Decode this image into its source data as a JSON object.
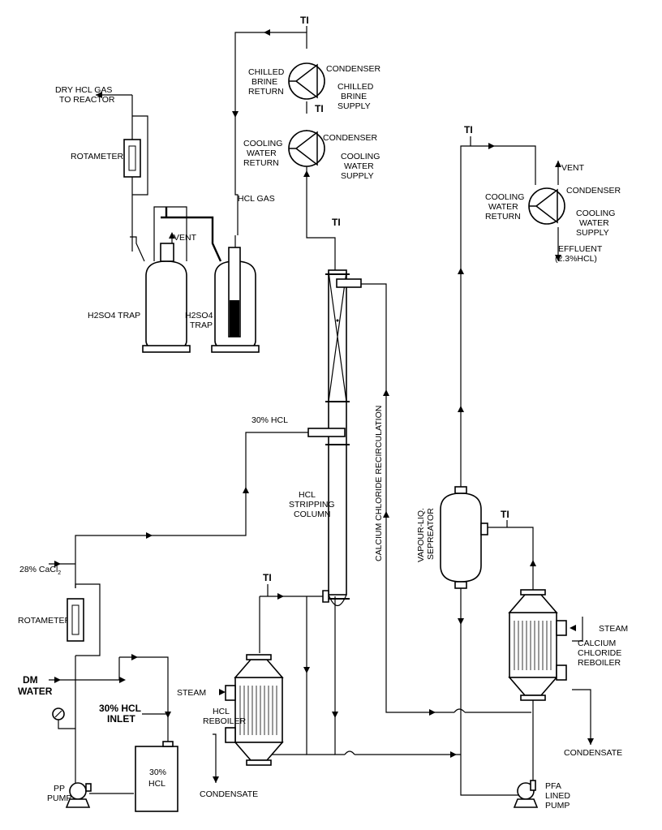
{
  "labels": {
    "ti": "TI",
    "dry_hcl_1": "DRY HCL GAS",
    "dry_hcl_2": "TO REACTOR",
    "rotameter": "ROTAMETER",
    "vent": "VENT",
    "h2so4_trap": "H2SO4 TRAP",
    "h2so4": "H2SO4",
    "trap": "TRAP",
    "hcl_gas": "HCL GAS",
    "chilled_brine_return_1": "CHILLED",
    "chilled_brine_return_2": "BRINE",
    "chilled_brine_return_3": "RETURN",
    "chilled_brine_supply_1": "CHILLED",
    "chilled_brine_supply_2": "BRINE",
    "chilled_brine_supply_3": "SUPPLY",
    "condenser": "CONDENSER",
    "cooling_water_return_1": "COOLING",
    "cooling_water_return_2": "WATER",
    "cooling_water_return_3": "RETURN",
    "cooling_water_supply_1": "COOLING",
    "cooling_water_supply_2": "WATER",
    "cooling_water_supply_3": "SUPPLY",
    "effluent_1": "EFFLUENT",
    "effluent_2": "(2.3%HCL)",
    "hcl_30": "30% HCL",
    "stripping_1": "HCL",
    "stripping_2": "STRIPPING",
    "stripping_3": "COLUMN",
    "cacl_recirc": "CALCIUM CHLORIDE RECIRCULATION",
    "vlsep_1": "VAPOUR-LIQ.",
    "vlsep_2": "SEPREATOR",
    "cacl2_28": "28% CaCl",
    "cacl2_sub": "2",
    "dm_water_1": "DM",
    "dm_water_2": "WATER",
    "hcl_inlet_1": "30% HCL",
    "hcl_inlet_2": "INLET",
    "tank_1": "30%",
    "tank_2": "HCL",
    "steam": "STEAM",
    "hcl_reboiler_1": "HCL",
    "hcl_reboiler_2": "REBOILER",
    "cacl_reboiler_1": "CALCIUM",
    "cacl_reboiler_2": "CHLORIDE",
    "cacl_reboiler_3": "REBOILER",
    "condensate": "CONDENSATE",
    "pp_pump_1": "PP",
    "pp_pump_2": "PUMP",
    "pfa_pump_1": "PFA",
    "pfa_pump_2": "LINED",
    "pfa_pump_3": "PUMP"
  }
}
